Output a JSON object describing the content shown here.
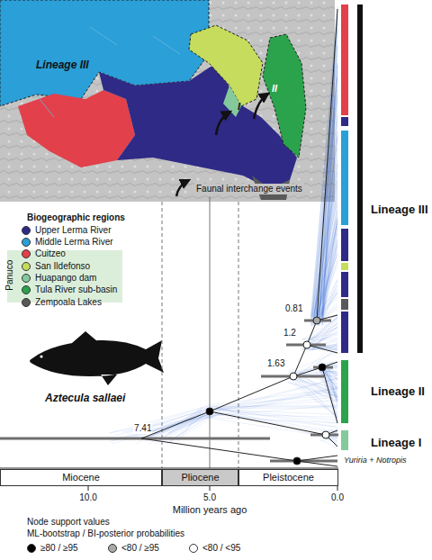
{
  "diagram": {
    "nodes": [
      {
        "text": [
          "Miocene"
        ]
      },
      {
        "text": [
          "Pliocene"
        ]
      },
      {
        "text": [
          "Pleistocene"
        ]
      }
    ],
    "labels": [
      "Lineage III",
      "I",
      "II",
      "Faunal interchange events",
      "Biogeographic regions",
      "Panuco",
      "Aztecula sallaei",
      "0.81",
      "1.2",
      "1.63",
      "7.41",
      "Lineage III",
      "Lineage II",
      "Lineage I",
      "Yuriria + Notropis",
      "10.0",
      "5.0",
      "0.0",
      "Million years ago",
      "Node support values",
      "ML-bootstrap / BI-posterior probabilities"
    ],
    "legend": [
      {
        "text": "Upper Lerma River",
        "color": "#2f2a86"
      },
      {
        "text": "Middle Lerma River",
        "color": "#2a9fd8"
      },
      {
        "text": "Cuitzeo",
        "color": "#e2404a"
      },
      {
        "text": "San Ildefonso",
        "color": "#c5dc5c"
      },
      {
        "text": "Huapango dam",
        "color": "#84c99b"
      },
      {
        "text": "Tula River sub-basin",
        "color": "#2ba34c"
      },
      {
        "text": "Zempoala Lakes",
        "color": "#595959"
      },
      {
        "text": "≥80 / ≥95",
        "color": "#000000"
      },
      {
        "text": "<80 / ≥95",
        "color": "#a8a8a8"
      },
      {
        "text": "<80 / <95",
        "color": "#ffffff"
      }
    ]
  }
}
